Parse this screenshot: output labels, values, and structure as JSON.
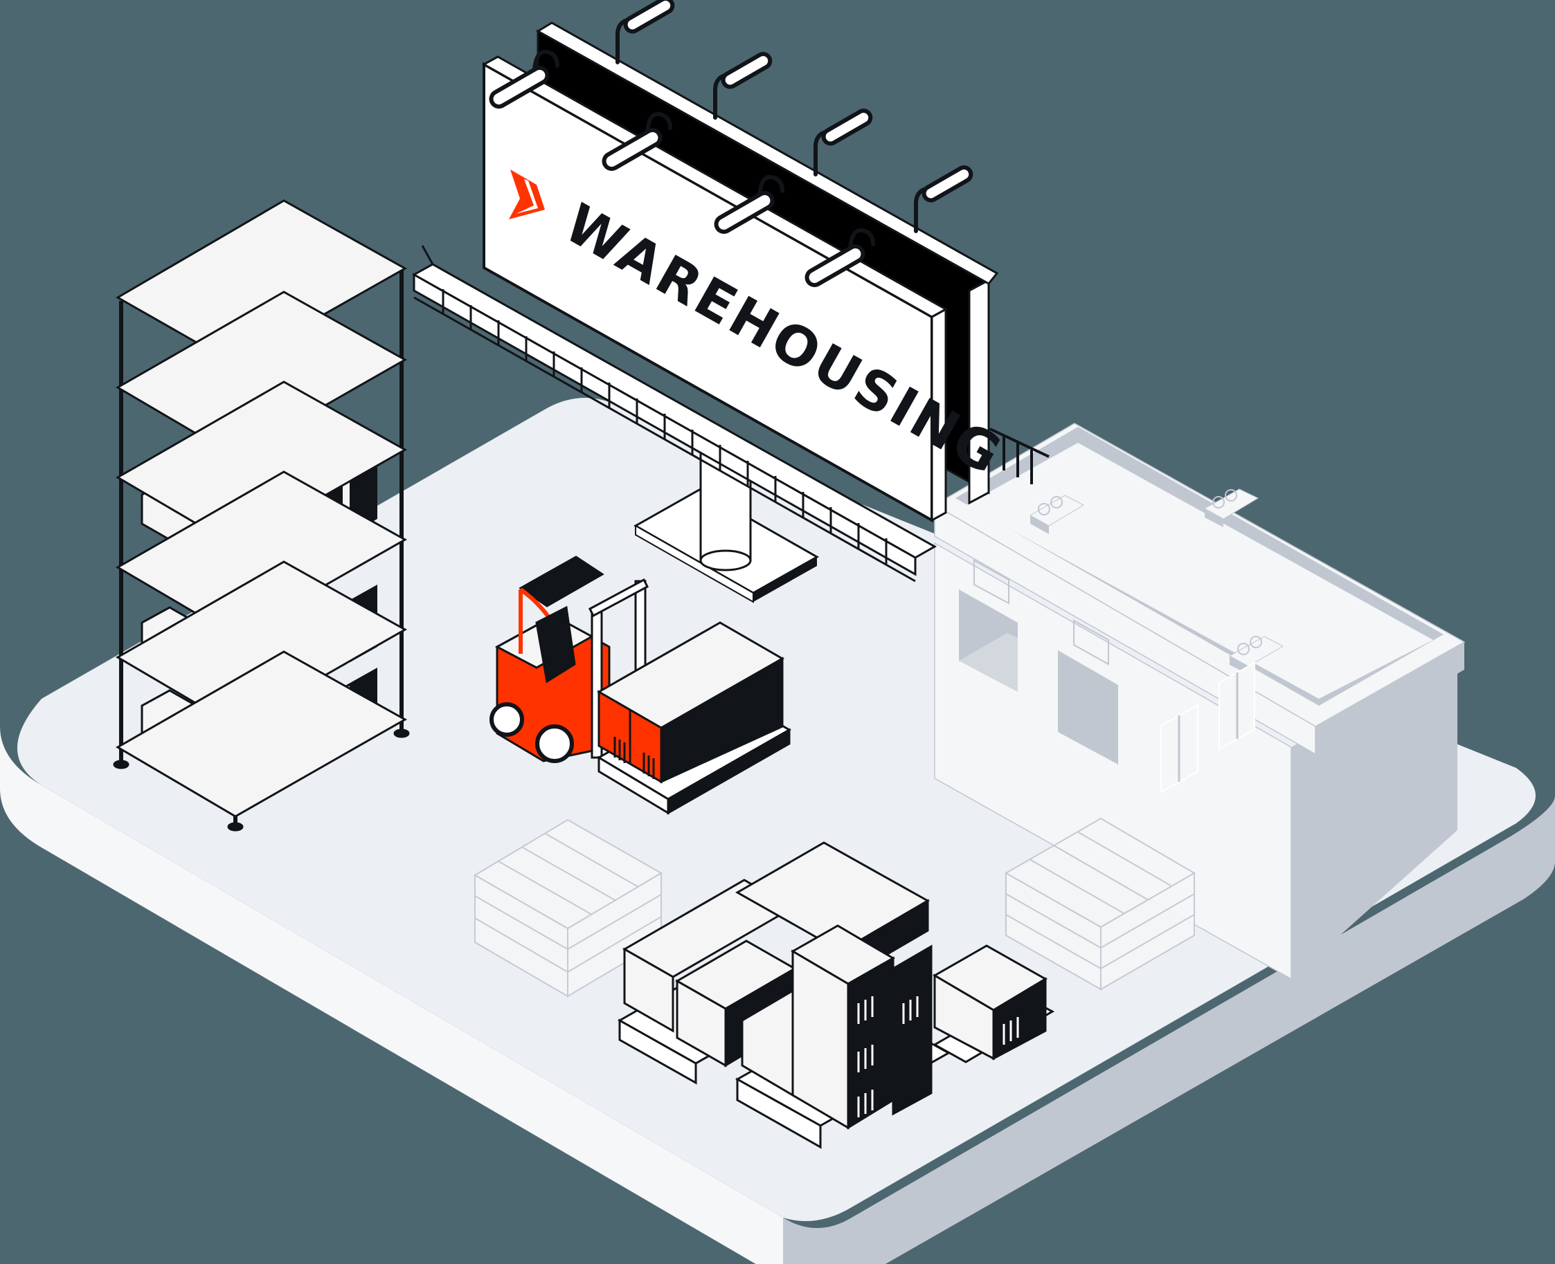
{
  "scene": {
    "title": "Warehousing isometric illustration",
    "billboard": {
      "text": "WAREHOUSING",
      "logo_icon": "chevron-logo-icon",
      "trademark": "™",
      "lamp_count": 8
    },
    "elements": [
      "storage-shelf",
      "billboard",
      "forklift",
      "warehouse-building",
      "pallet-stacks",
      "empty-pallets"
    ]
  },
  "colors": {
    "background": "#4d6770",
    "platform_top": "#eceff3",
    "platform_side_light": "#f6f7f9",
    "platform_side_dark": "#c1c7d1",
    "building_light": "#f4f6f8",
    "building_shadow": "#c1c7d1",
    "ink": "#111418",
    "paper": "#f5f5f5",
    "accent": "#ff3300"
  }
}
